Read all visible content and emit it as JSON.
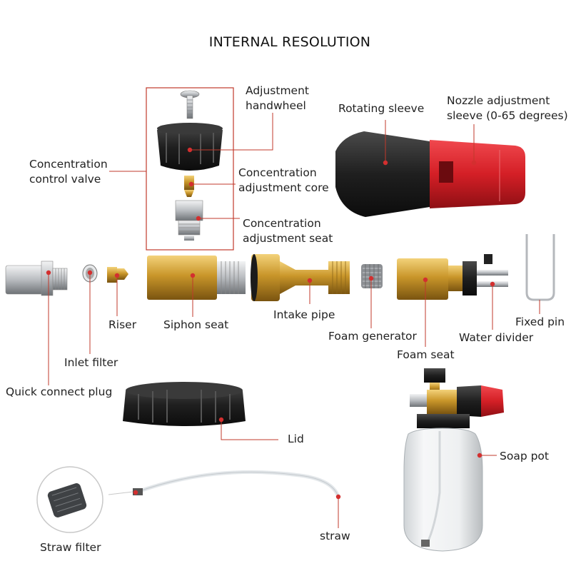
{
  "title": "INTERNAL RESOLUTION",
  "labels": {
    "adjustment_handwheel": [
      "Adjustment",
      "handwheel"
    ],
    "rotating_sleeve": "Rotating sleeve",
    "nozzle_adjustment_sleeve": [
      "Nozzle adjustment",
      "sleeve (0-65 degrees)"
    ],
    "concentration_control_valve": [
      "Concentration",
      "control valve"
    ],
    "concentration_adjustment_core": [
      "Concentration",
      "adjustment core"
    ],
    "concentration_adjustment_seat": [
      "Concentration",
      "adjustment seat"
    ],
    "riser": "Riser",
    "siphon_seat": "Siphon seat",
    "intake_pipe": "Intake pipe",
    "foam_generator": "Foam generator",
    "water_divider": "Water divider",
    "fixed_pin": "Fixed pin",
    "foam_seat": "Foam seat",
    "inlet_filter": "Inlet filter",
    "quick_connect_plug": "Quick connect plug",
    "lid": "Lid",
    "soap_pot": "Soap pot",
    "straw": "straw",
    "straw_filter": "Straw filter"
  },
  "colors": {
    "leader_line": "#c0392b",
    "marker": "#d32f2f",
    "brass": "#c9962a",
    "rubber": "#1f1f1f",
    "red_sleeve": "#d41f26",
    "steel": "#b9bcc0"
  }
}
